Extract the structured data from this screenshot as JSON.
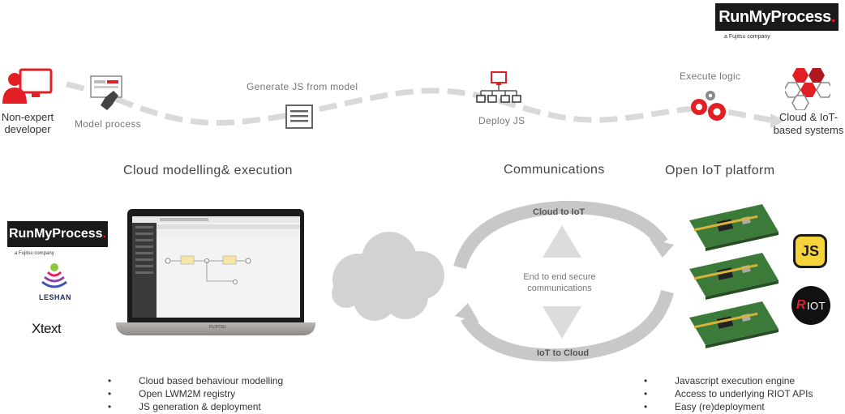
{
  "brand": {
    "name": "RunMyProcess",
    "dot": ".",
    "tagline": "a Fujitsu company"
  },
  "flow": {
    "developer_label_1": "Non-expert",
    "developer_label_2": "developer",
    "model_process": "Model process",
    "generate_js": "Generate JS from model",
    "deploy_js": "Deploy JS",
    "execute_logic": "Execute logic",
    "cloud_iot_1": "Cloud & IoT-",
    "cloud_iot_2": "based systems"
  },
  "sections": {
    "cloud_modelling": "Cloud modelling& execution",
    "communications": "Communications",
    "open_iot": "Open IoT platform"
  },
  "left_logos": {
    "leshan": "LESHAN",
    "xtext": "Xtext"
  },
  "laptop": {
    "brand": "FUJITSU"
  },
  "comms": {
    "cloud_to_iot": "Cloud to IoT",
    "iot_to_cloud": "IoT to Cloud",
    "center_1": "End to end secure",
    "center_2": "communications"
  },
  "riot": {
    "r": "R",
    "text": "IOT"
  },
  "js_logo": "JS",
  "bullets_left": [
    "Cloud based behaviour modelling",
    "Open LWM2M registry",
    "JS generation & deployment"
  ],
  "bullets_right": [
    "Javascript execution engine",
    "Access to underlying RIOT APIs",
    "Easy (re)deployment"
  ],
  "colors": {
    "accent_red": "#e31f26",
    "dash_gray": "#d9d9d9",
    "arrow_gray": "#c8c8c8"
  }
}
